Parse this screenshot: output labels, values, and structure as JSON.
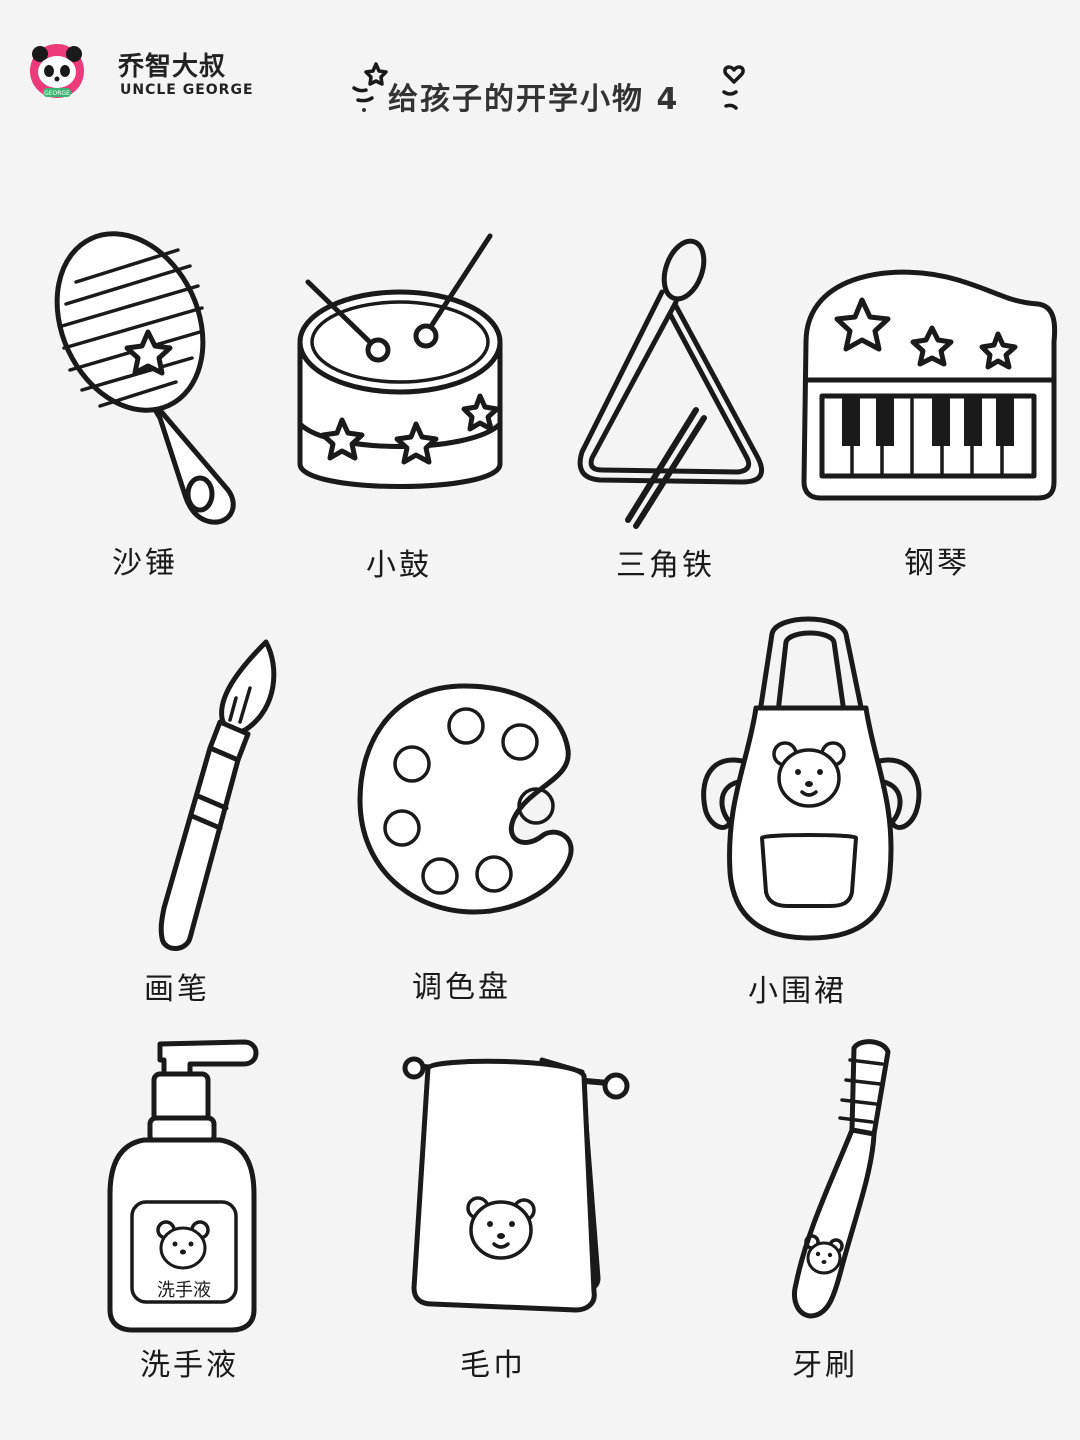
{
  "header": {
    "logo_cn": "乔智大叔",
    "logo_en": "UNCLE GEORGE",
    "logo_badge_text": "GEORGE",
    "title": "给孩子的开学小物 4"
  },
  "items": [
    {
      "label": "沙锤",
      "icon": "maraca-icon"
    },
    {
      "label": "小鼓",
      "icon": "drum-icon"
    },
    {
      "label": "三角铁",
      "icon": "triangle-instrument-icon"
    },
    {
      "label": "钢琴",
      "icon": "toy-piano-icon"
    },
    {
      "label": "画笔",
      "icon": "paintbrush-icon"
    },
    {
      "label": "调色盘",
      "icon": "palette-icon"
    },
    {
      "label": "小围裙",
      "icon": "apron-icon"
    },
    {
      "label": "洗手液",
      "icon": "hand-soap-icon",
      "bottle_text": "洗手液"
    },
    {
      "label": "毛巾",
      "icon": "towel-icon"
    },
    {
      "label": "牙刷",
      "icon": "toothbrush-icon"
    }
  ]
}
